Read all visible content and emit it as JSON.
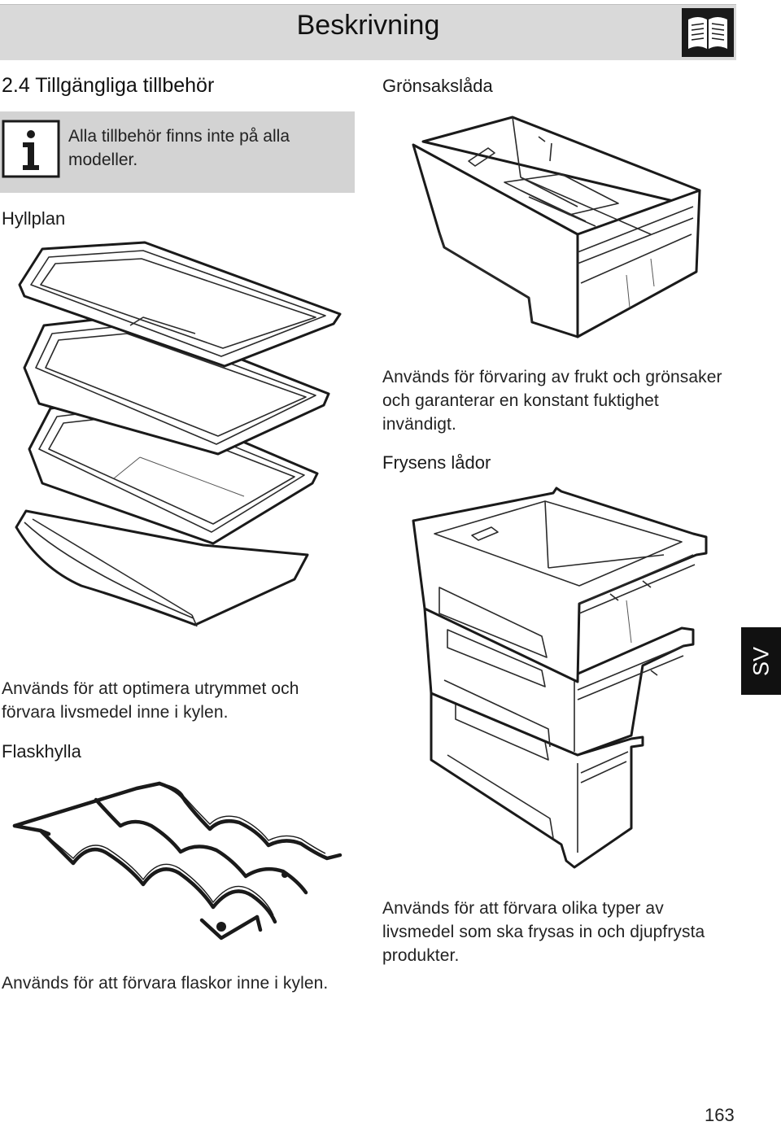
{
  "header": {
    "title": "Beskrivning",
    "icon": "book-icon"
  },
  "section": {
    "title": "2.4 Tillgängliga tillbehör"
  },
  "info": {
    "icon": "info-icon",
    "text": "Alla tillbehör finns inte på alla modeller."
  },
  "items": {
    "shelf": {
      "title": "Hyllplan",
      "description": "Används för att optimera utrymmet och förvara livsmedel inne i kylen."
    },
    "bottle_rack": {
      "title": "Flaskhylla",
      "description": "Används för att förvara flaskor inne i kylen."
    },
    "crisper": {
      "title": "Grönsakslåda",
      "description": "Används för förvaring av frukt och grönsaker och garanterar en konstant fuktighet invändigt."
    },
    "freezer": {
      "title": "Frysens lådor",
      "description": "Används för att förvara olika typer av livsmedel som ska frysas in och djupfrysta produkter."
    }
  },
  "language_tab": "SV",
  "page_number": "163",
  "colors": {
    "header_bg": "#d9d9d9",
    "info_bg": "#d3d3d3",
    "tab_bg": "#111111"
  }
}
